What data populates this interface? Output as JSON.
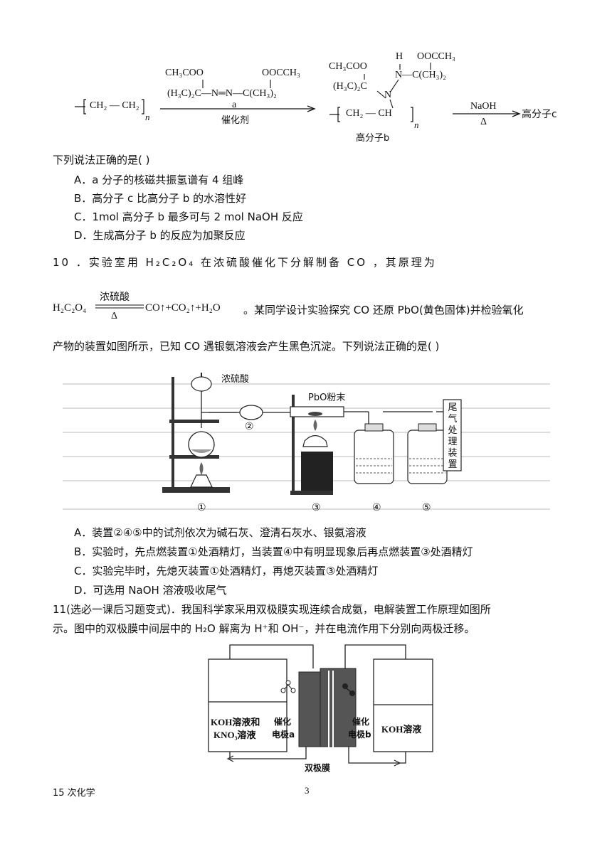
{
  "reaction": {
    "left_polymer": "CH₂ — CH₂",
    "reagent_top_left": "CH₃COO",
    "reagent_top_right": "OOCCH₃",
    "reagent_mid": "(H₃C)₂C—N═N—C(CH₃)₂",
    "arrow1_above": "a",
    "arrow1_below": "催化剂",
    "product_top_left": "CH₃COO",
    "product_H": "H",
    "product_top_right": "OOCCH₃",
    "product_N_right": "N—C(CH₃)₂",
    "product_mid": "(H₃C)₂C",
    "product_N": "N",
    "product_chain": "CH₂ — CH",
    "product_label": "高分子b",
    "arrow2_above": "NaOH",
    "arrow2_below": "Δ",
    "final": "高分子c",
    "n": "n"
  },
  "q9": {
    "stem": "下列说法正确的是(      )",
    "options": [
      "A．a 分子的核磁共振氢谱有  4  组峰",
      "B．高分子  c  比高分子  b  的水溶性好",
      "C．1mol  高分子  b  最多可与  2 mol NaOH  反应",
      "D．生成高分子  b  的反应为加聚反应"
    ]
  },
  "q10": {
    "stem_line1": "10 ．实验室用 H₂C₂O₄ 在浓硫酸催化下分解制备 CO ，其原理为",
    "eq_left": "H₂C₂O₄",
    "eq_cond_top": "浓硫酸",
    "eq_cond_bottom": "Δ",
    "eq_right": "CO↑+CO₂↑+H₂O",
    "stem_line2_rest": "。某同学设计实验探究 CO 还原 PbO(黄色固体)并检验氧化",
    "stem_line3": "产物的装置如图所示，已知 CO 遇银氨溶液会产生黑色沉淀。下列说法正确的是(      )",
    "fig_labels": {
      "acid": "浓硫酸",
      "pbo": "PbO粉末",
      "tail": "尾气处理装置",
      "n1": "①",
      "n2": "②",
      "n3": "③",
      "n4": "④",
      "n5": "⑤"
    },
    "options": [
      "A．装置②④⑤中的试剂依次为碱石灰、澄清石灰水、银氨溶液",
      "B．实验时，先点燃装置①处酒精灯，当装置④中有明显现象后再点燃装置③处酒精灯",
      "C．实验完毕时，先熄灭装置①处酒精灯，再熄灭装置③处酒精灯",
      "D．可选用 NaOH 溶液吸收尾气"
    ]
  },
  "q11": {
    "line1": "11(选必一课后习题变式)．我国科学家采用双极膜实现连续合成氨，电解装置工作原理如图所",
    "line2": "示。图中的双极膜中间层中的 H₂O 解离为 H⁺和 OH⁻，并在电流作用下分别向两极迁移。",
    "fig": {
      "left_solution_1": "KOH溶液和",
      "left_solution_2": "KNO₃溶液",
      "electrode_a_1": "催化",
      "electrode_a_2": "电极a",
      "electrode_b_1": "催化",
      "electrode_b_2": "电极b",
      "right_solution": "KOH溶液",
      "membrane": "双极膜"
    }
  },
  "footer": {
    "left": "15 次化学",
    "page": "3"
  }
}
